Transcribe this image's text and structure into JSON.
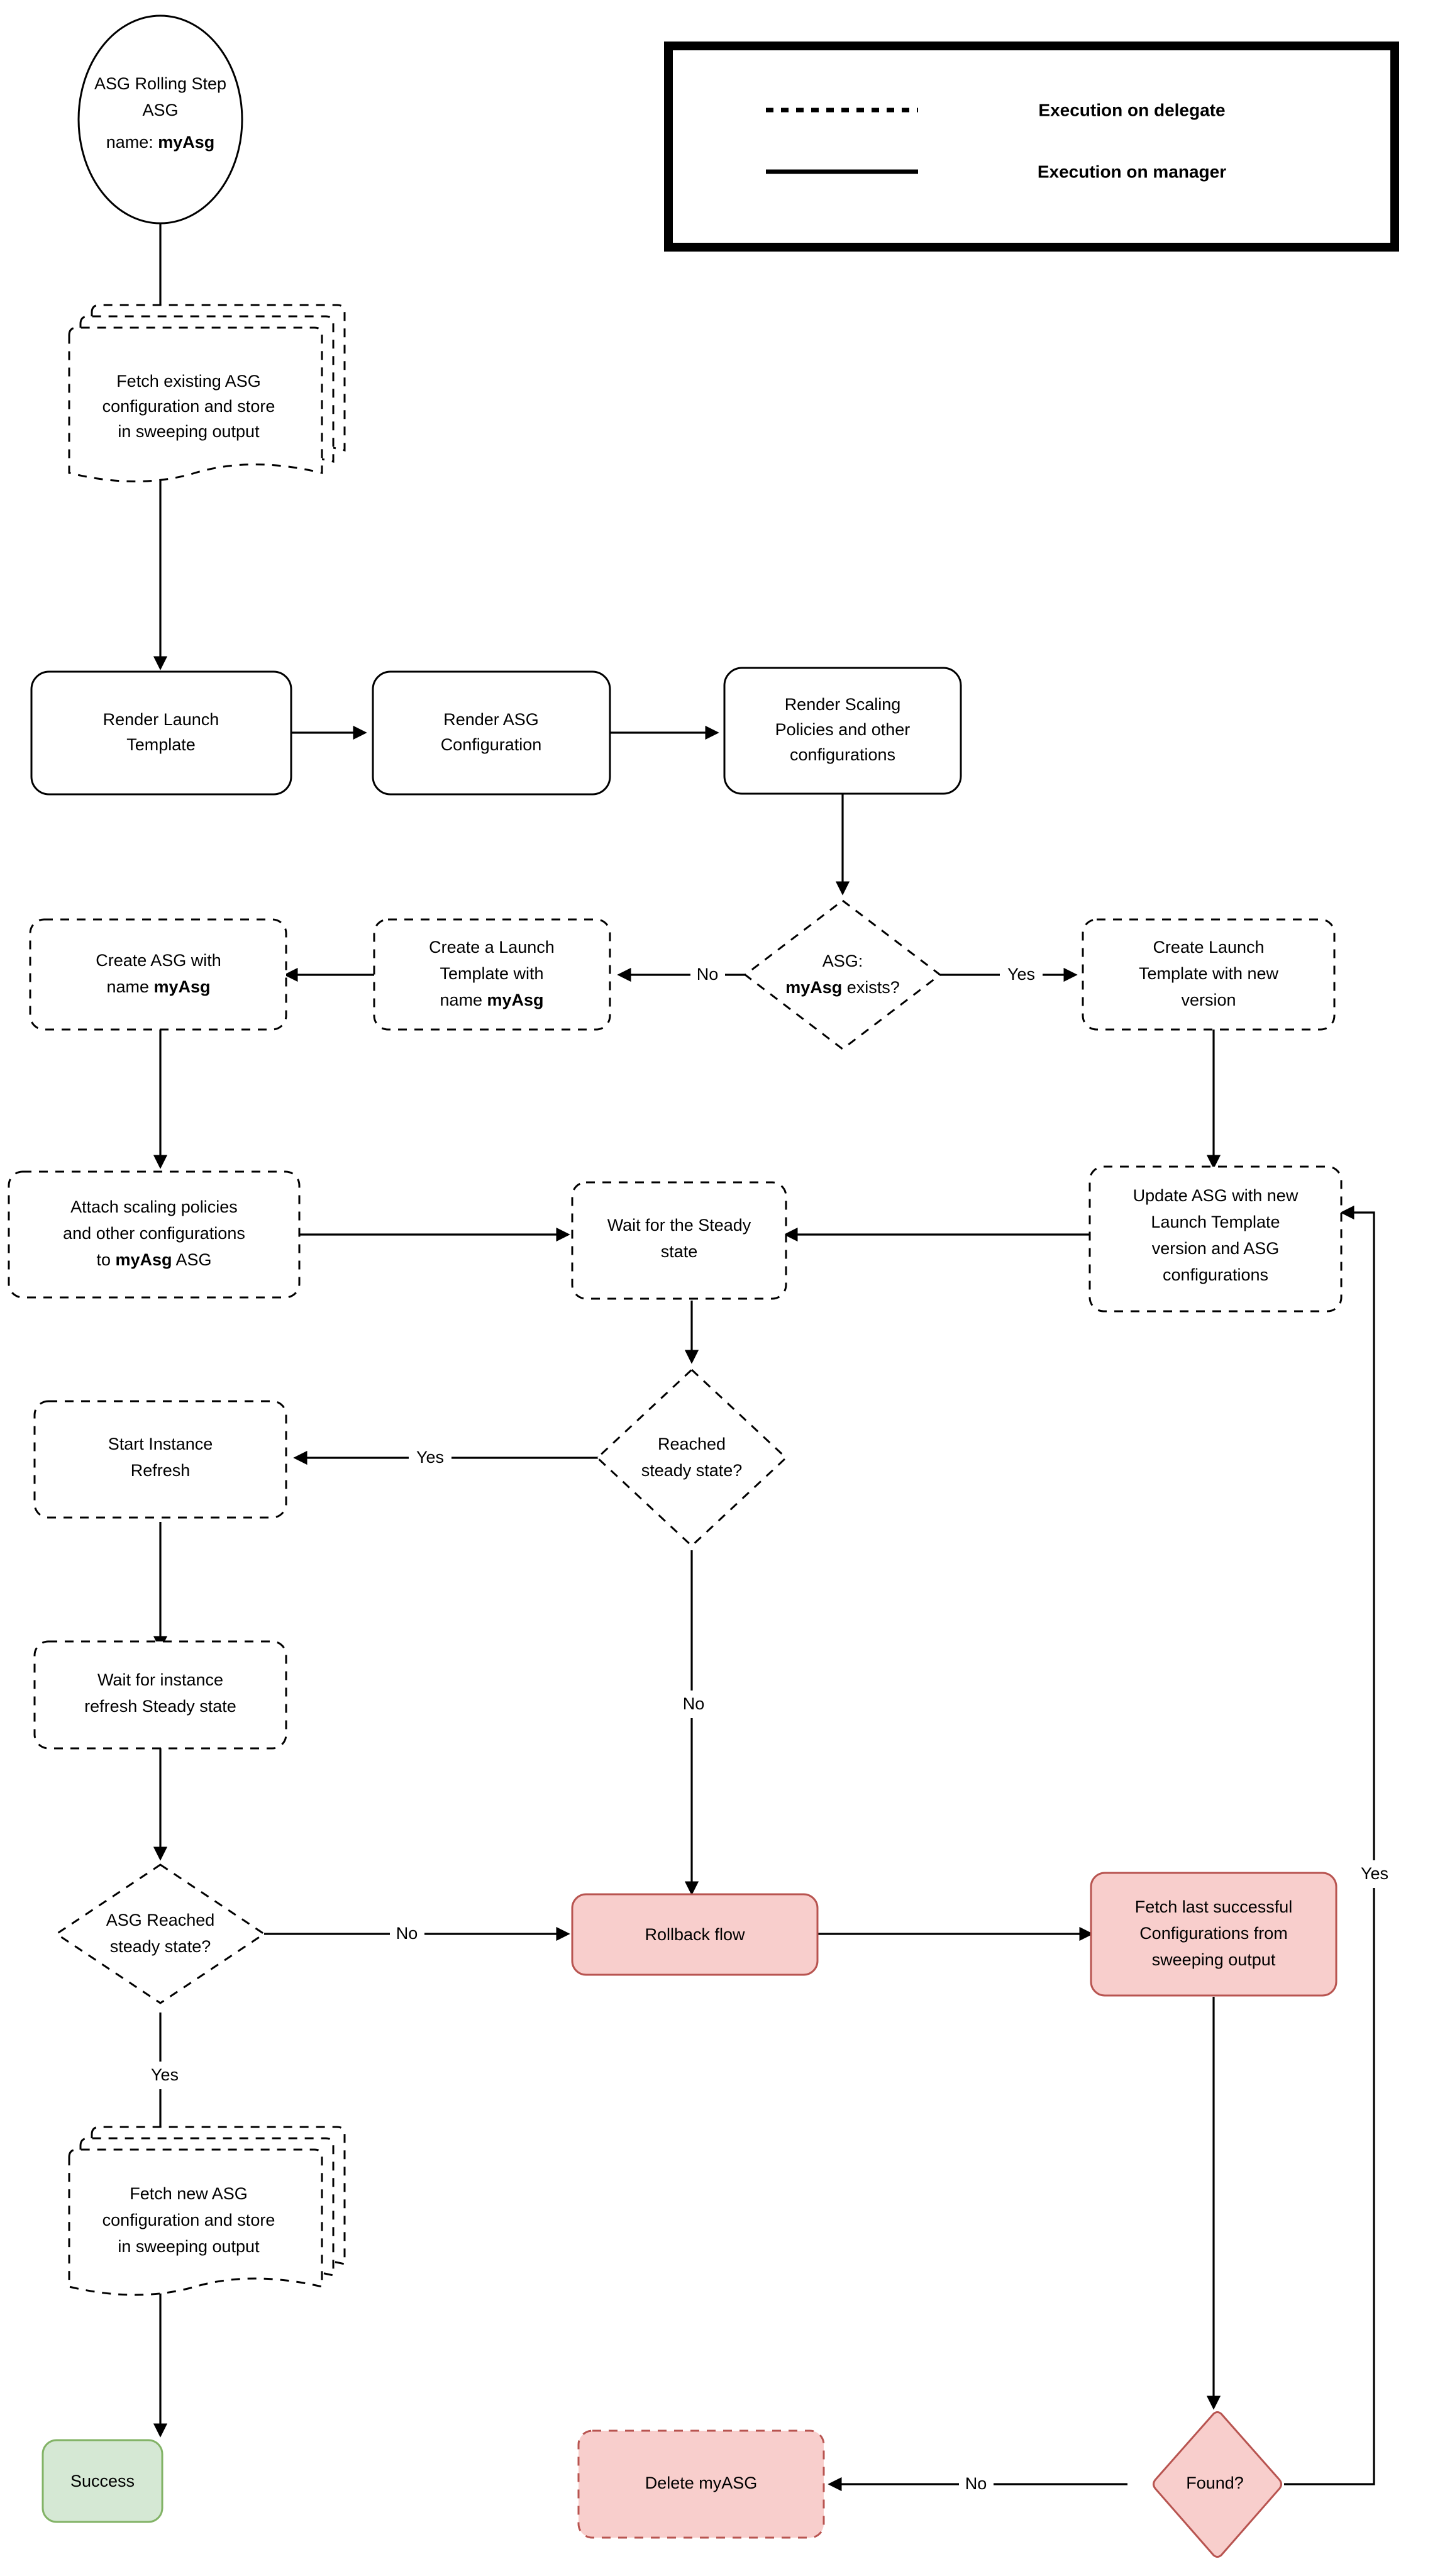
{
  "diagram": {
    "title": "ASG Rolling Step flowchart",
    "colors": {
      "pink_fill": "#f8cecc",
      "pink_stroke": "#b85450",
      "green_fill": "#d5e8d4",
      "green_stroke": "#82b366",
      "default_stroke": "#000000",
      "default_fill": "#ffffff"
    }
  },
  "legend": {
    "items": [
      {
        "style": "dashed",
        "label": "Execution on delegate"
      },
      {
        "style": "solid",
        "label": "Execution on manager"
      }
    ]
  },
  "nodes": {
    "start": {
      "line1": "ASG Rolling Step",
      "line2": "ASG",
      "line3_prefix": "name: ",
      "line3_bold": "myAsg"
    },
    "fetch_existing": {
      "line1": "Fetch existing ASG",
      "line2": "configuration and store",
      "line3": "in sweeping output"
    },
    "render_launch_template": {
      "line1": "Render Launch",
      "line2": "Template"
    },
    "render_asg_config": {
      "line1": "Render ASG",
      "line2": "Configuration"
    },
    "render_scaling": {
      "line1": "Render Scaling",
      "line2": "Policies and other",
      "line3": "configurations"
    },
    "asg_exists": {
      "line1": "ASG:",
      "line2_bold": "myAsg",
      "line2_rest": " exists?"
    },
    "create_launch_template_name": {
      "line1": "Create a Launch",
      "line2": "Template with",
      "line3_prefix": "name ",
      "line3_bold": "myAsg"
    },
    "create_asg_name": {
      "line1": "Create ASG with",
      "line2_prefix": "name ",
      "line2_bold": "myAsg"
    },
    "create_launch_template_new": {
      "line1": "Create Launch",
      "line2": "Template with new",
      "line3": "version"
    },
    "attach_policies": {
      "line1": "Attach scaling policies",
      "line2": "and other configurations",
      "line3_prefix": "to ",
      "line3_bold": "myAsg",
      "line3_suffix": " ASG"
    },
    "wait_steady": {
      "line1": "Wait for the Steady",
      "line2": "state"
    },
    "update_asg": {
      "line1": "Update ASG with new",
      "line2": "Launch Template",
      "line3": "version and ASG",
      "line4": "configurations"
    },
    "reached_steady": {
      "line1": "Reached",
      "line2": "steady state?"
    },
    "start_instance_refresh": {
      "line1": "Start Instance",
      "line2": "Refresh"
    },
    "wait_instance_refresh": {
      "line1": "Wait for instance",
      "line2": "refresh Steady state"
    },
    "asg_reached_steady": {
      "line1": "ASG Reached",
      "line2": "steady state?"
    },
    "rollback_flow": {
      "line1": "Rollback flow"
    },
    "fetch_last_successful": {
      "line1": "Fetch last successful",
      "line2": "Configurations from",
      "line3": "sweeping output"
    },
    "fetch_new_asg": {
      "line1": "Fetch new ASG",
      "line2": "configuration and store",
      "line3": "in sweeping output"
    },
    "success": {
      "line1": "Success"
    },
    "delete_myasg": {
      "line1": "Delete myASG"
    },
    "found": {
      "line1": "Found?"
    }
  },
  "edge_labels": {
    "exists_no": "No",
    "exists_yes": "Yes",
    "reached_yes": "Yes",
    "reached_no": "No",
    "asg_reached_no": "No",
    "asg_reached_yes": "Yes",
    "found_no": "No",
    "found_yes": "Yes"
  }
}
